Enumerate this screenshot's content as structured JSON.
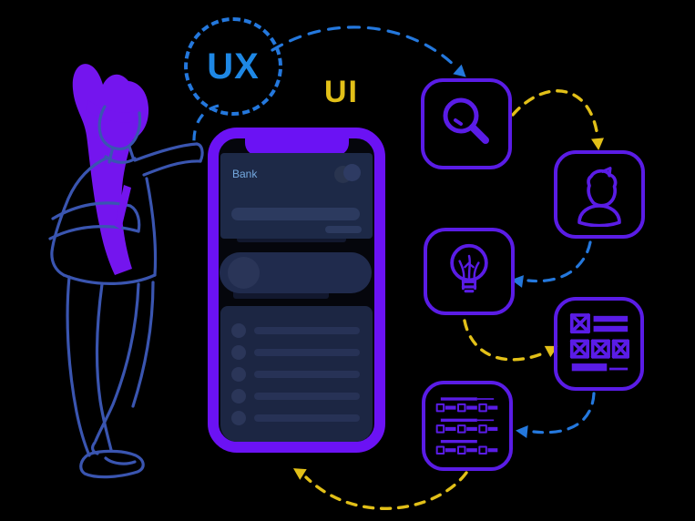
{
  "labels": {
    "ux": "UX",
    "ui": "UI"
  },
  "phone": {
    "app_name": "Bank"
  },
  "cards": [
    {
      "name": "search",
      "icon": "search-icon"
    },
    {
      "name": "user",
      "icon": "user-icon"
    },
    {
      "name": "idea",
      "icon": "lightbulb-icon"
    },
    {
      "name": "wireframe",
      "icon": "wireframe-icon"
    },
    {
      "name": "checklist",
      "icon": "checklist-icon"
    }
  ],
  "colors": {
    "background": "#000000",
    "blue_accent": "#2478dd",
    "ux_text": "#1e88e5",
    "yellow_accent": "#e2c018",
    "purple_card": "#5a1ce6",
    "purple_phone": "#6b12f4",
    "hair_purple": "#7415ee",
    "figure_blue": "#3a55b0",
    "screen_panel": "#1d2947",
    "screen_bar": "#2c3a5f",
    "screen_pill": "#202b4d",
    "list_bg": "#1c2643",
    "list_bar": "#273256",
    "list_circle": "#2b3659",
    "bank_text": "#74a9e0",
    "shadow_navy": "#12182e"
  }
}
